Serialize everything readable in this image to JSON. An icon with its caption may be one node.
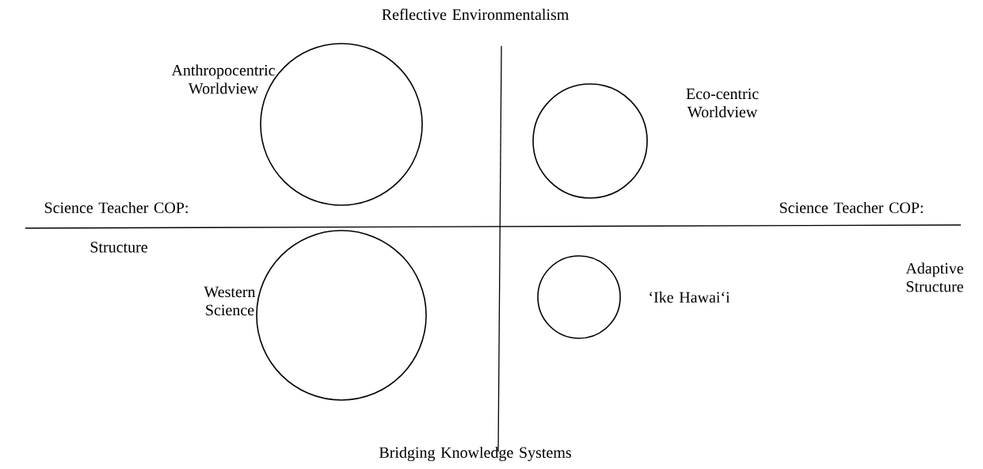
{
  "diagram": {
    "nodes": [
      {
        "text": [],
        "shape": "circle",
        "beside": [
          "Anthropocentric Worldview"
        ]
      },
      {
        "text": [],
        "shape": "circle",
        "beside": [
          "Eco-centric Worldview"
        ]
      },
      {
        "text": [],
        "shape": "circle",
        "beside": [
          "Western Science"
        ]
      },
      {
        "text": [],
        "shape": "circle",
        "beside": [
          "‘Ike Hawai‘i"
        ]
      }
    ],
    "labels": [
      "Reflective Environmentalism",
      "Science Teacher COP:",
      "Science Teacher COP:",
      "Structure",
      "Adaptive Structure",
      "Bridging Knowledge Systems"
    ]
  }
}
